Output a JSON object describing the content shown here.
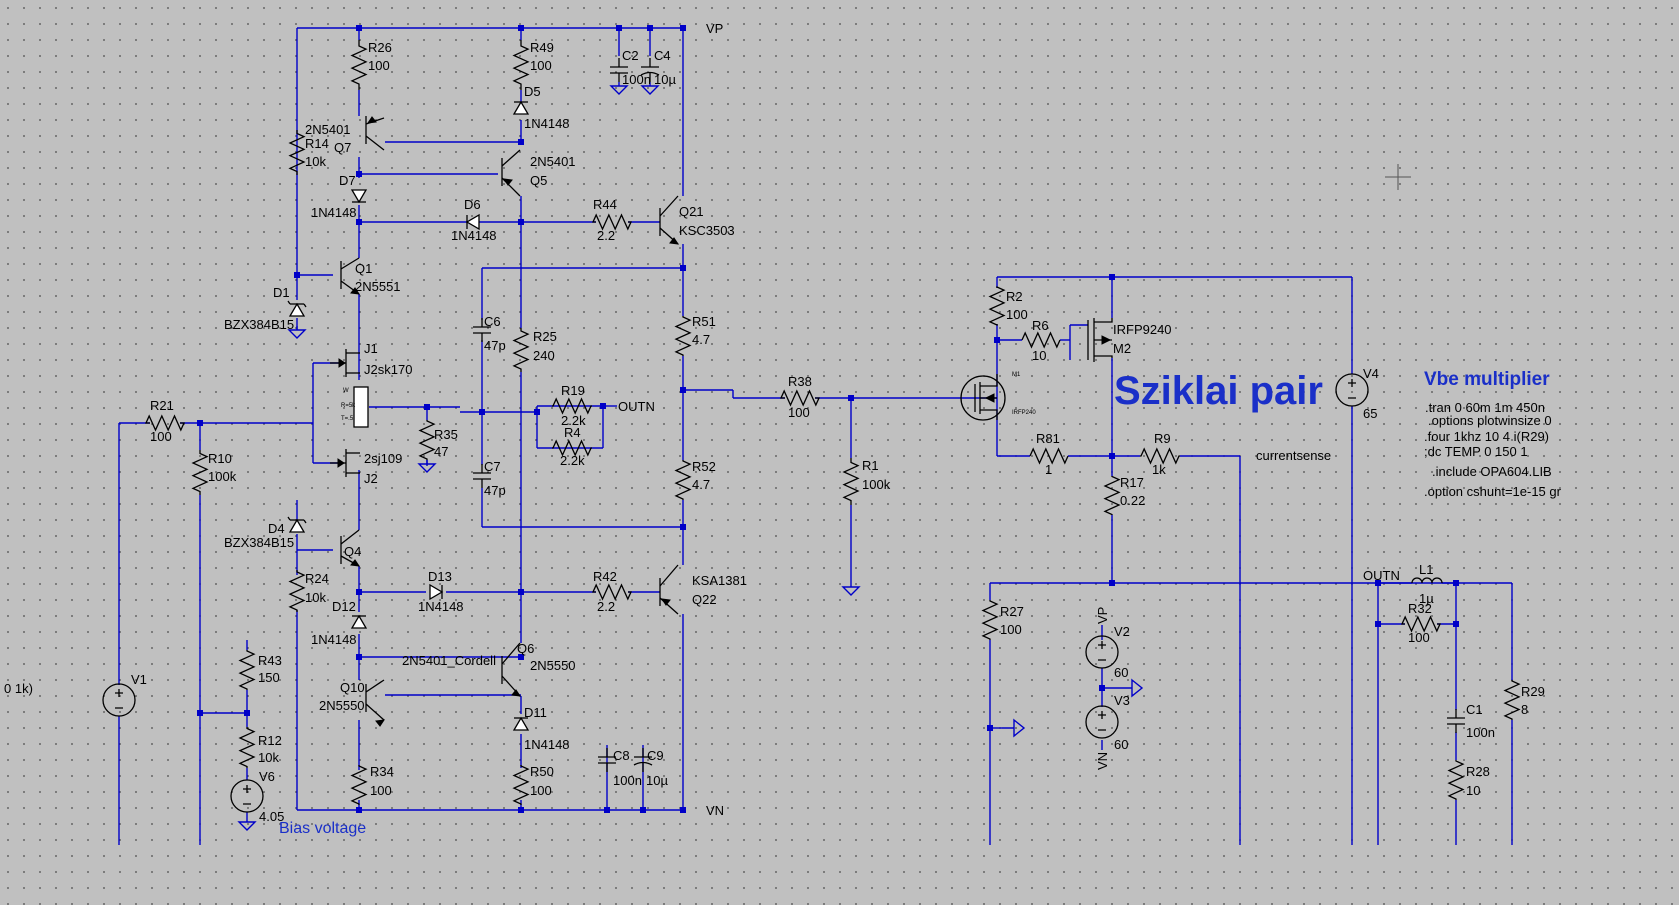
{
  "nets": {
    "vp": "VP",
    "vn": "VN",
    "outn": "OUTN",
    "outn2": "OUTN",
    "currentsense": "currentsense"
  },
  "annotations": {
    "sziklai": "Sziklai pair",
    "vbe": "Vbe multiplier",
    "bias": "Bias voltage",
    "partial": "0 1k)"
  },
  "spice": [
    ".tran 0 60m 1m 450n",
    ".options plotwinsize 0",
    ".four 1khz 10 4 i(R29)",
    ";dc TEMP 0 150 1",
    ".include OPA604.LIB",
    ".option cshunt=1e-15 gr"
  ],
  "components": {
    "R26": {
      "name": "R26",
      "value": "100"
    },
    "R49": {
      "name": "R49",
      "value": "100"
    },
    "C2": {
      "name": "C2",
      "value": "100n"
    },
    "C4": {
      "name": "C4",
      "value": "10µ"
    },
    "D5": {
      "name": "D5",
      "value": "1N4148"
    },
    "Q7": {
      "name": "Q7",
      "value": "2N5401"
    },
    "R14": {
      "name": "R14",
      "value": "10k"
    },
    "Q5": {
      "name": "Q5",
      "value": "2N5401"
    },
    "D7": {
      "name": "D7",
      "value": "1N4148"
    },
    "D6": {
      "name": "D6",
      "value": "1N4148"
    },
    "R44": {
      "name": "R44",
      "value": "2.2"
    },
    "Q21": {
      "name": "Q21",
      "value": "KSC3503"
    },
    "Q1": {
      "name": "Q1",
      "value": "2N5551"
    },
    "D1": {
      "name": "D1",
      "value": "BZX384B15"
    },
    "C6": {
      "name": "C6",
      "value": "47p"
    },
    "R25": {
      "name": "R25",
      "value": "240"
    },
    "R51": {
      "name": "R51",
      "value": "4.7"
    },
    "J1": {
      "name": "J1",
      "value": "J2sk170"
    },
    "R19": {
      "name": "R19",
      "value": "2.2k"
    },
    "R4": {
      "name": "R4",
      "value": "2.2k"
    },
    "R21": {
      "name": "R21",
      "value": "100"
    },
    "R35": {
      "name": "R35",
      "value": "47"
    },
    "R38": {
      "name": "R38",
      "value": "100"
    },
    "R10": {
      "name": "R10",
      "value": "100k"
    },
    "J2": {
      "name": "J2",
      "value": "2sj109"
    },
    "C7": {
      "name": "C7",
      "value": "47p"
    },
    "R52": {
      "name": "R52",
      "value": "4.7"
    },
    "R1": {
      "name": "R1",
      "value": "100k"
    },
    "D4": {
      "name": "D4",
      "value": "BZX384B15"
    },
    "Q4": {
      "name": "Q4",
      "value": ""
    },
    "R24": {
      "name": "R24",
      "value": "10k"
    },
    "D13": {
      "name": "D13",
      "value": "1N4148"
    },
    "R42": {
      "name": "R42",
      "value": "2.2"
    },
    "Q22": {
      "name": "Q22",
      "value": "KSA1381"
    },
    "D12": {
      "name": "D12",
      "value": "1N4148"
    },
    "Q6": {
      "name": "Q6",
      "value": "2N5550"
    },
    "Q10": {
      "name": "Q10",
      "value": "2N5550"
    },
    "Q10model": {
      "name": "",
      "value": "2N5401_Cordell"
    },
    "R43": {
      "name": "R43",
      "value": "150"
    },
    "V1": {
      "name": "V1",
      "value": ""
    },
    "D11": {
      "name": "D11",
      "value": "1N4148"
    },
    "R12": {
      "name": "R12",
      "value": "10k"
    },
    "V6": {
      "name": "V6",
      "value": "4.05"
    },
    "C8": {
      "name": "C8",
      "value": "100n"
    },
    "C9": {
      "name": "C9",
      "value": "10µ"
    },
    "R34": {
      "name": "R34",
      "value": "100"
    },
    "R50": {
      "name": "R50",
      "value": "100"
    },
    "R2": {
      "name": "R2",
      "value": "100"
    },
    "R6": {
      "name": "R6",
      "value": "10"
    },
    "M2": {
      "name": "M2",
      "value": "IRFP9240"
    },
    "V4": {
      "name": "V4",
      "value": "65"
    },
    "R81": {
      "name": "R81",
      "value": "1"
    },
    "R9": {
      "name": "R9",
      "value": "1k"
    },
    "R17": {
      "name": "R17",
      "value": "0.22"
    },
    "R27": {
      "name": "R27",
      "value": "100"
    },
    "V2": {
      "name": "V2",
      "value": "60"
    },
    "V3": {
      "name": "V3",
      "value": "60"
    },
    "L1": {
      "name": "L1",
      "value": "1µ"
    },
    "R32": {
      "name": "R32",
      "value": "100"
    },
    "C1": {
      "name": "C1",
      "value": "100n"
    },
    "R29": {
      "name": "R29",
      "value": "8"
    },
    "R28": {
      "name": "R28",
      "value": "10"
    }
  }
}
